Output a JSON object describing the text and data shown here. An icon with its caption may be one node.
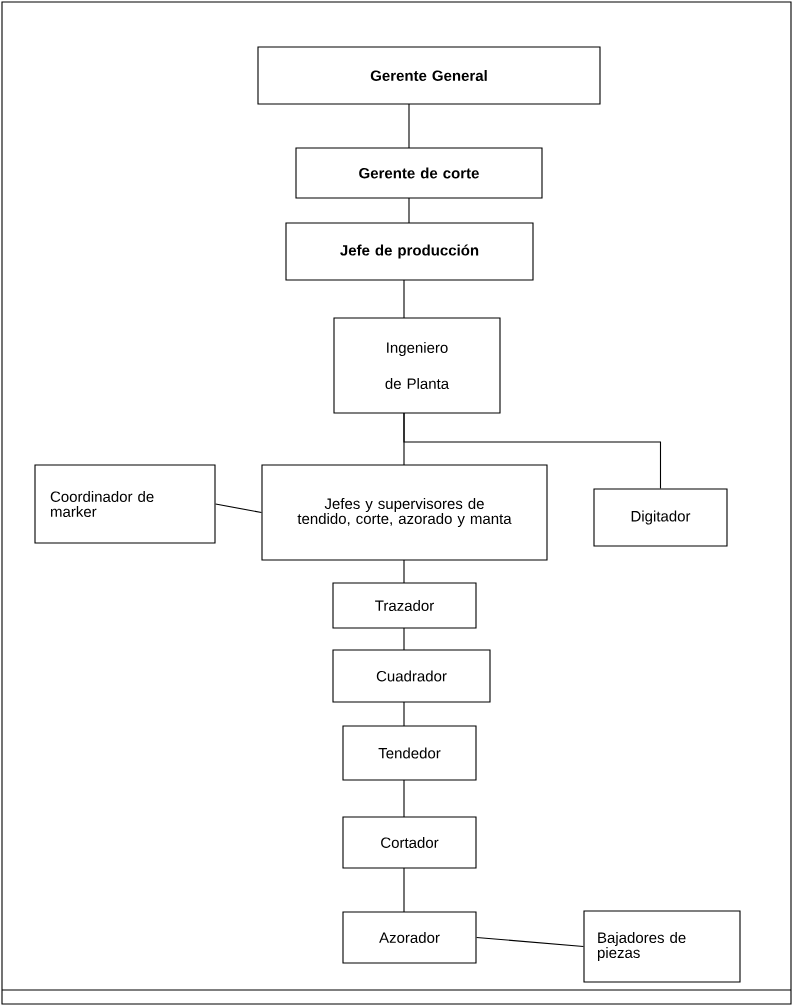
{
  "diagram": {
    "nodes": [
      {
        "text": [
          "Gerente General"
        ]
      },
      {
        "text": [
          "Gerente de corte"
        ]
      },
      {
        "text": [
          "Jefe de producción"
        ]
      },
      {
        "text": [
          "Ingeniero de Planta"
        ]
      },
      {
        "text": [
          "Coordinador de marker"
        ]
      },
      {
        "text": [
          "Jefes y supervisores de tendido, corte, azorado y manta"
        ]
      },
      {
        "text": [
          "Digitador"
        ]
      },
      {
        "text": [
          "Trazador"
        ]
      },
      {
        "text": [
          "Cuadrador"
        ]
      },
      {
        "text": [
          "Tendedor"
        ]
      },
      {
        "text": [
          "Cortador"
        ]
      },
      {
        "text": [
          "Azorador"
        ]
      },
      {
        "text": [
          "Bajadores de piezas"
        ]
      }
    ],
    "edges": [
      {
        "from": 0,
        "to": 1,
        "arrow": "none"
      },
      {
        "from": 1,
        "to": 2,
        "arrow": "none"
      },
      {
        "from": 2,
        "to": 3,
        "arrow": "none"
      },
      {
        "from": 3,
        "to": 5,
        "arrow": "none"
      },
      {
        "from": 3,
        "to": 6,
        "arrow": "none"
      },
      {
        "from": 4,
        "to": 5,
        "arrow": "none"
      },
      {
        "from": 5,
        "to": 7,
        "arrow": "none"
      },
      {
        "from": 7,
        "to": 8,
        "arrow": "none"
      },
      {
        "from": 8,
        "to": 9,
        "arrow": "none"
      },
      {
        "from": 9,
        "to": 10,
        "arrow": "none"
      },
      {
        "from": 10,
        "to": 11,
        "arrow": "none"
      },
      {
        "from": 11,
        "to": 12,
        "arrow": "none"
      }
    ]
  }
}
